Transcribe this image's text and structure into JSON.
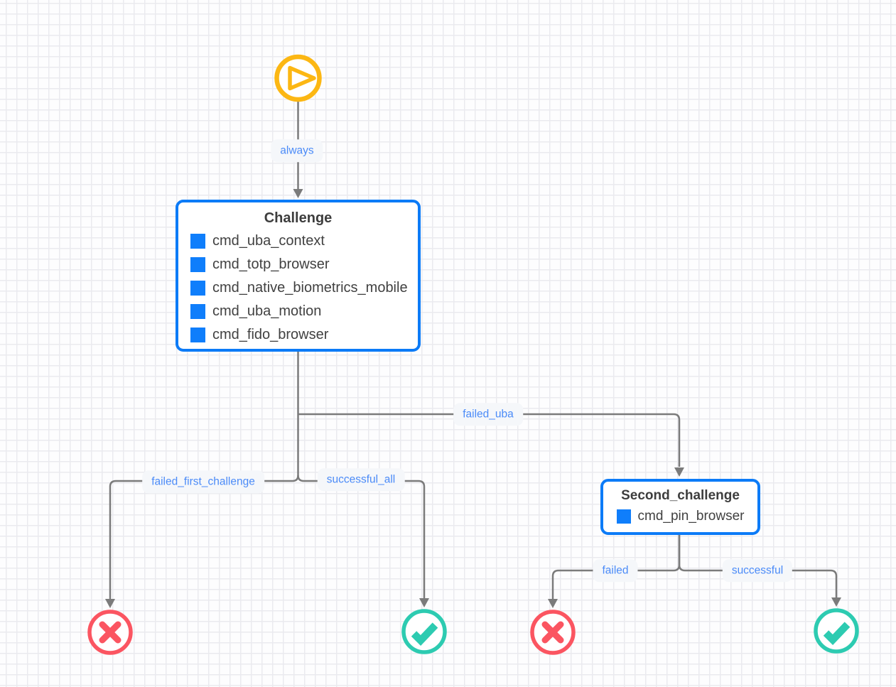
{
  "colors": {
    "canvas_bg": "#fdfdfe",
    "grid_line": "#eaeaef",
    "edge_gray": "#7b7b7b",
    "node_border_blue": "#0c7bf7",
    "command_square_blue": "#0f7efb",
    "label_text_blue": "#4b8bf8",
    "label_bg": "#f5f7fa",
    "node_text": "#3d3d3d",
    "start_yellow": "#fcb713",
    "fail_red": "#fb5561",
    "success_teal": "#2dcbb1"
  },
  "nodes": {
    "start": {
      "type": "start"
    },
    "challenge": {
      "title": "Challenge",
      "items": [
        "cmd_uba_context",
        "cmd_totp_browser",
        "cmd_native_biometrics_mobile",
        "cmd_uba_motion",
        "cmd_fido_browser"
      ]
    },
    "second_challenge": {
      "title": "Second_challenge",
      "items": [
        "cmd_pin_browser"
      ]
    },
    "end_fail_left": {
      "type": "fail"
    },
    "end_success_left": {
      "type": "success"
    },
    "end_fail_right": {
      "type": "fail"
    },
    "end_success_right": {
      "type": "success"
    }
  },
  "edges": {
    "always": {
      "label": "always",
      "from": "start",
      "to": "challenge"
    },
    "failed_uba": {
      "label": "failed_uba",
      "from": "challenge",
      "to": "second_challenge"
    },
    "failed_first_challenge": {
      "label": "failed_first_challenge",
      "from": "challenge",
      "to": "end_fail_left"
    },
    "successful_all": {
      "label": "successful_all",
      "from": "challenge",
      "to": "end_success_left"
    },
    "failed": {
      "label": "failed",
      "from": "second_challenge",
      "to": "end_fail_right"
    },
    "successful": {
      "label": "successful",
      "from": "second_challenge",
      "to": "end_success_right"
    }
  }
}
